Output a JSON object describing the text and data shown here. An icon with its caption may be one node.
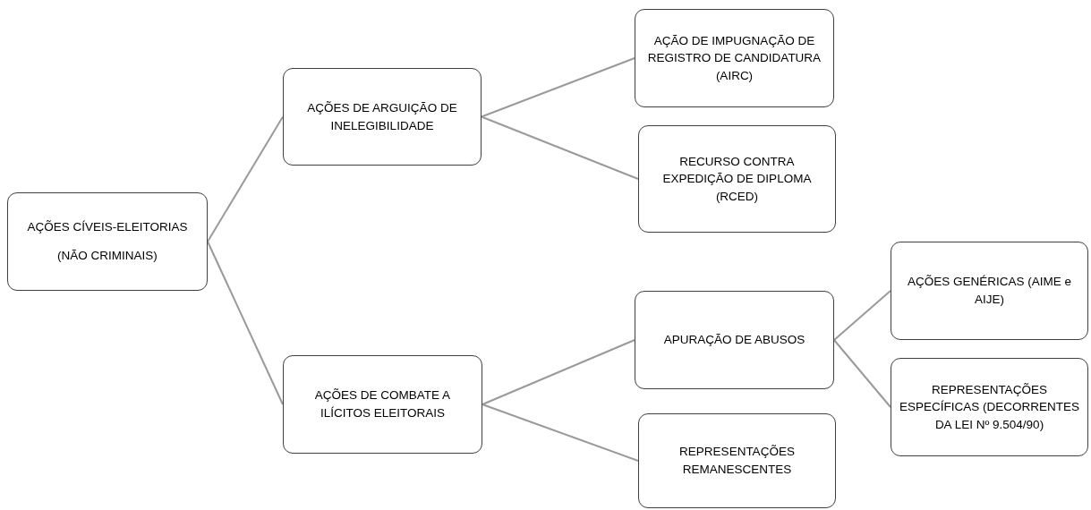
{
  "diagram": {
    "nodes": [
      {
        "text": [
          "AÇÕES CÍVEIS-ELEITORIAS",
          "(NÃO CRIMINAIS)"
        ]
      },
      {
        "text": [
          "AÇÕES DE ARGUIÇÃO DE INELEGIBILIDADE"
        ]
      },
      {
        "text": [
          "AÇÃO DE IMPUGNAÇÃO DE REGISTRO DE CANDIDATURA (AIRC)"
        ]
      },
      {
        "text": [
          "RECURSO CONTRA EXPEDIÇÃO DE DIPLOMA (RCED)"
        ]
      },
      {
        "text": [
          "AÇÕES DE COMBATE A ILÍCITOS ELEITORAIS"
        ]
      },
      {
        "text": [
          "APURAÇÃO DE ABUSOS"
        ]
      },
      {
        "text": [
          "REPRESENTAÇÕES REMANESCENTES"
        ]
      },
      {
        "text": [
          "AÇÕES GENÉRICAS (AIME e AIJE)"
        ]
      },
      {
        "text": [
          "REPRESENTAÇÕES ESPECÍFICAS (DECORRENTES DA LEI Nº 9.504/90)"
        ]
      }
    ],
    "edges": [
      {
        "from": 0,
        "to": 1,
        "arrow": "none"
      },
      {
        "from": 0,
        "to": 4,
        "arrow": "none"
      },
      {
        "from": 1,
        "to": 2,
        "arrow": "none"
      },
      {
        "from": 1,
        "to": 3,
        "arrow": "none"
      },
      {
        "from": 4,
        "to": 5,
        "arrow": "none"
      },
      {
        "from": 4,
        "to": 6,
        "arrow": "none"
      },
      {
        "from": 5,
        "to": 7,
        "arrow": "none"
      },
      {
        "from": 5,
        "to": 8,
        "arrow": "none"
      }
    ]
  }
}
